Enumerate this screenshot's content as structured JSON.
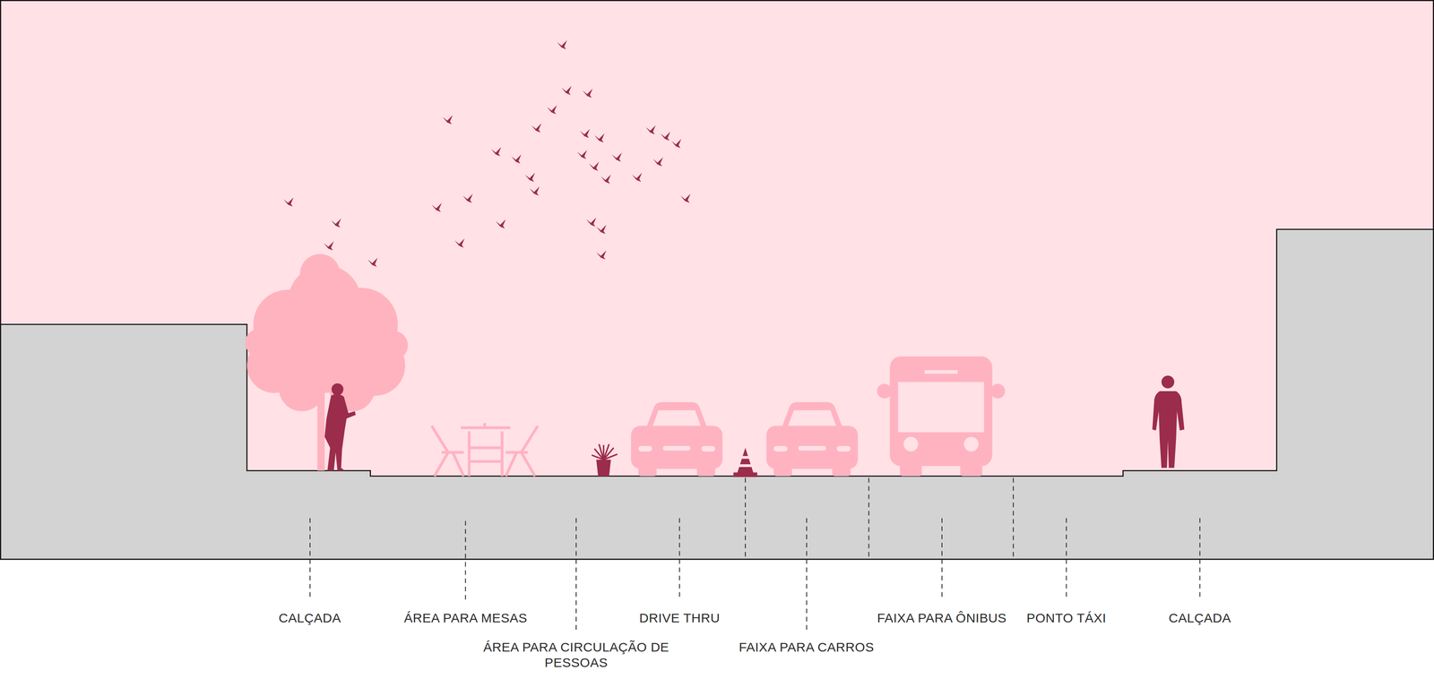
{
  "diagram": {
    "labels": [
      "CALÇADA",
      "ÁREA PARA MESAS",
      "ÁREA PARA CIRCULAÇÃO DE PESSOAS",
      "DRIVE THRU",
      "FAIXA PARA CARROS",
      "FAIXA PARA ÔNIBUS",
      "PONTO TÁXI",
      "CALÇADA"
    ]
  }
}
